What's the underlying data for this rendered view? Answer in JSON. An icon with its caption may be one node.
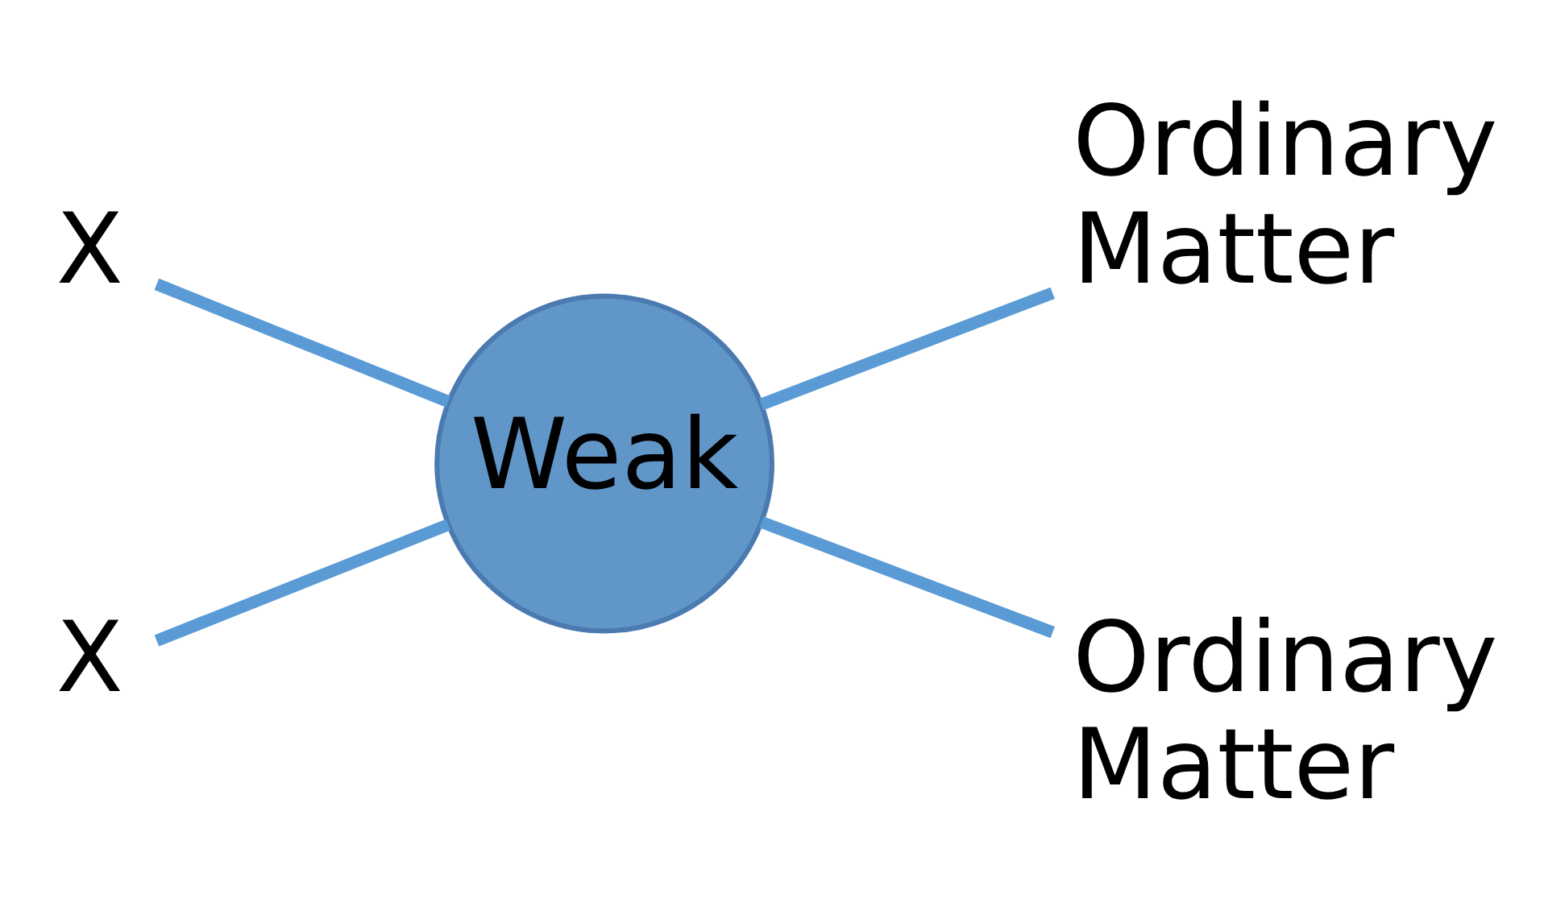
{
  "diagram": {
    "nodes": [
      {
        "text": [
          "X"
        ]
      },
      {
        "text": [
          "Ordinary Matter"
        ]
      },
      {
        "text": [
          "Weak"
        ]
      },
      {
        "text": [
          "X"
        ]
      },
      {
        "text": [
          "Ordinary Matter"
        ]
      }
    ],
    "edges": [
      {
        "from": 0,
        "to": 2,
        "arrow": "none"
      },
      {
        "from": 3,
        "to": 2,
        "arrow": "none"
      },
      {
        "from": 2,
        "to": 1,
        "arrow": "none"
      },
      {
        "from": 2,
        "to": 4,
        "arrow": "none"
      }
    ]
  }
}
